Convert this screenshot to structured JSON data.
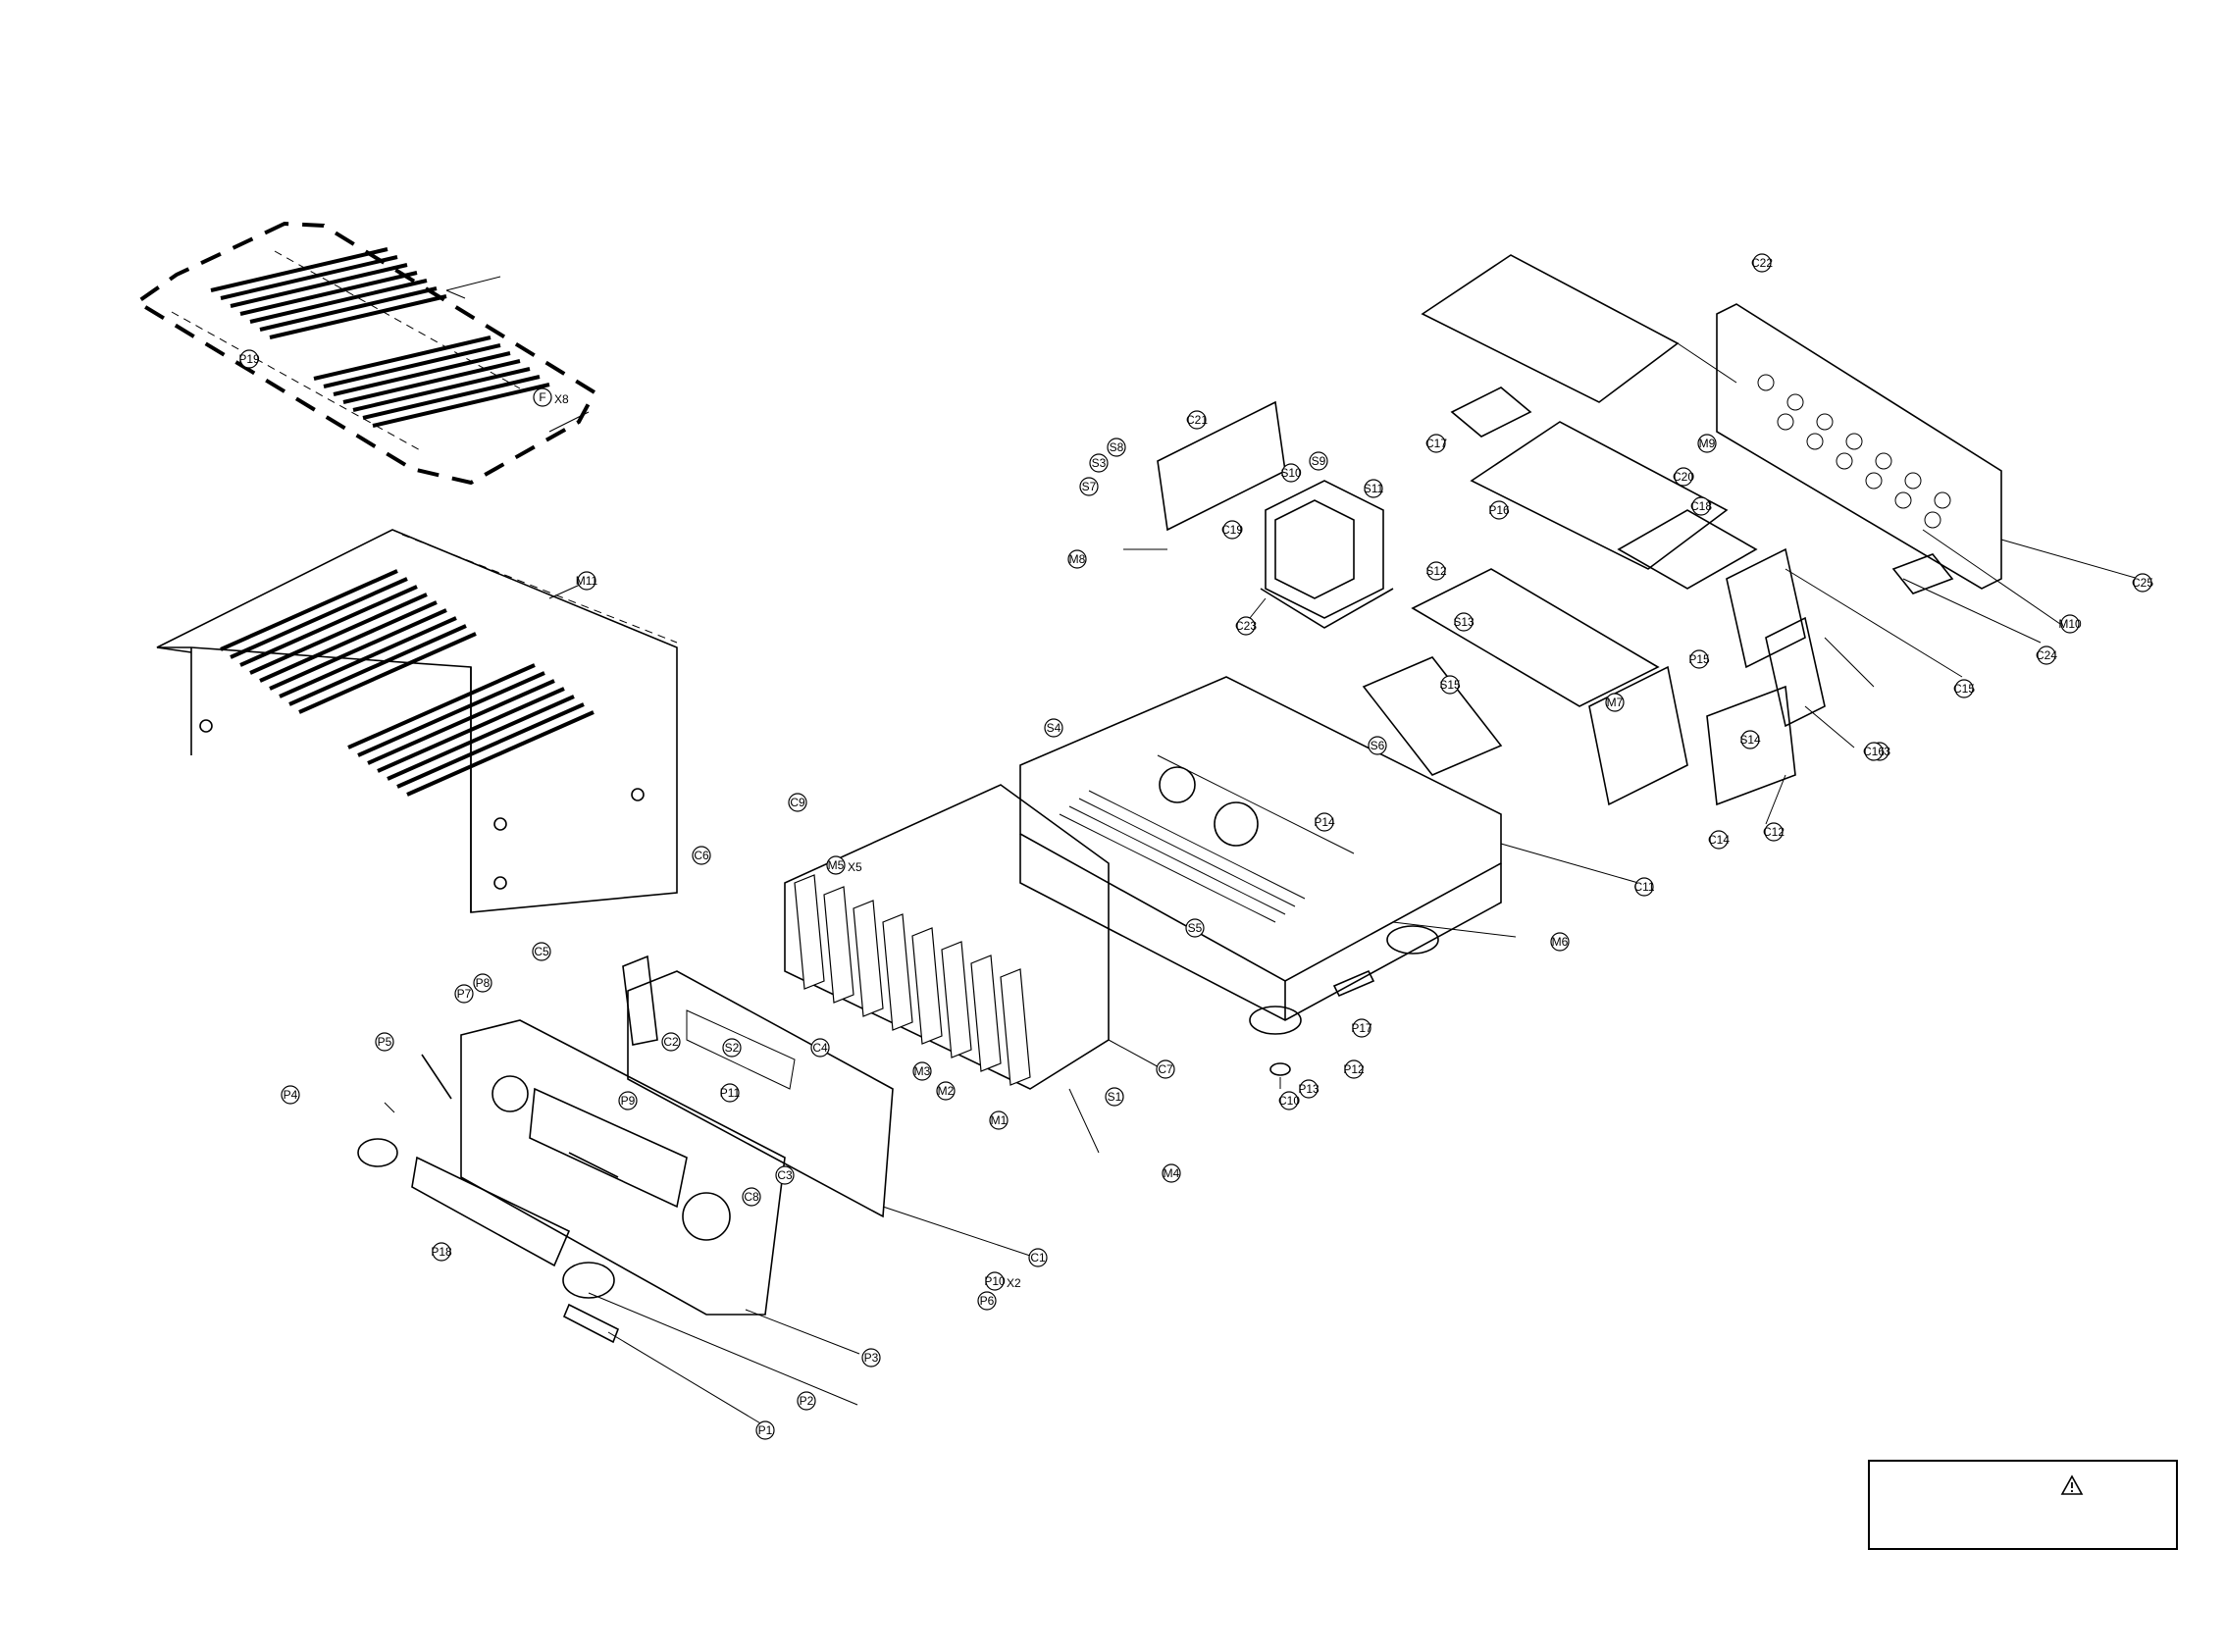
{
  "parts": [
    {
      "id": "C1"
    },
    {
      "id": "C2"
    },
    {
      "id": "C3"
    },
    {
      "id": "C4"
    },
    {
      "id": "C5"
    },
    {
      "id": "C6"
    },
    {
      "id": "C7"
    },
    {
      "id": "C8"
    },
    {
      "id": "C9"
    },
    {
      "id": "C10"
    },
    {
      "id": "C11"
    },
    {
      "id": "C12"
    },
    {
      "id": "C13"
    },
    {
      "id": "C14"
    },
    {
      "id": "C15"
    },
    {
      "id": "C16"
    },
    {
      "id": "C17"
    },
    {
      "id": "C18"
    },
    {
      "id": "C19"
    },
    {
      "id": "C20"
    },
    {
      "id": "C21"
    },
    {
      "id": "C22"
    },
    {
      "id": "C23"
    },
    {
      "id": "C24"
    },
    {
      "id": "C25"
    },
    {
      "id": "M1"
    },
    {
      "id": "M2"
    },
    {
      "id": "M3"
    },
    {
      "id": "M4"
    },
    {
      "id": "M5"
    },
    {
      "id": "M6"
    },
    {
      "id": "M7"
    },
    {
      "id": "M8"
    },
    {
      "id": "M9"
    },
    {
      "id": "M10"
    },
    {
      "id": "M11"
    },
    {
      "id": "P1"
    },
    {
      "id": "P2"
    },
    {
      "id": "P3"
    },
    {
      "id": "P4"
    },
    {
      "id": "P5"
    },
    {
      "id": "P6"
    },
    {
      "id": "P7"
    },
    {
      "id": "P8"
    },
    {
      "id": "P9"
    },
    {
      "id": "P10"
    },
    {
      "id": "P11"
    },
    {
      "id": "P12"
    },
    {
      "id": "P13"
    },
    {
      "id": "P14"
    },
    {
      "id": "P15"
    },
    {
      "id": "P16"
    },
    {
      "id": "P17"
    },
    {
      "id": "P18"
    },
    {
      "id": "P19"
    },
    {
      "id": "S1"
    },
    {
      "id": "S2"
    },
    {
      "id": "S3"
    },
    {
      "id": "S4"
    },
    {
      "id": "S5"
    },
    {
      "id": "S6"
    },
    {
      "id": "S7"
    },
    {
      "id": "S8"
    },
    {
      "id": "S9"
    },
    {
      "id": "S10"
    },
    {
      "id": "S11"
    },
    {
      "id": "S12"
    },
    {
      "id": "S13"
    },
    {
      "id": "S14"
    },
    {
      "id": "S15"
    }
  ],
  "quantities": {
    "M5": "X5",
    "P10": "X2",
    "F": "X8"
  },
  "legend_box": {
    "icon": "warning-triangle-icon"
  }
}
